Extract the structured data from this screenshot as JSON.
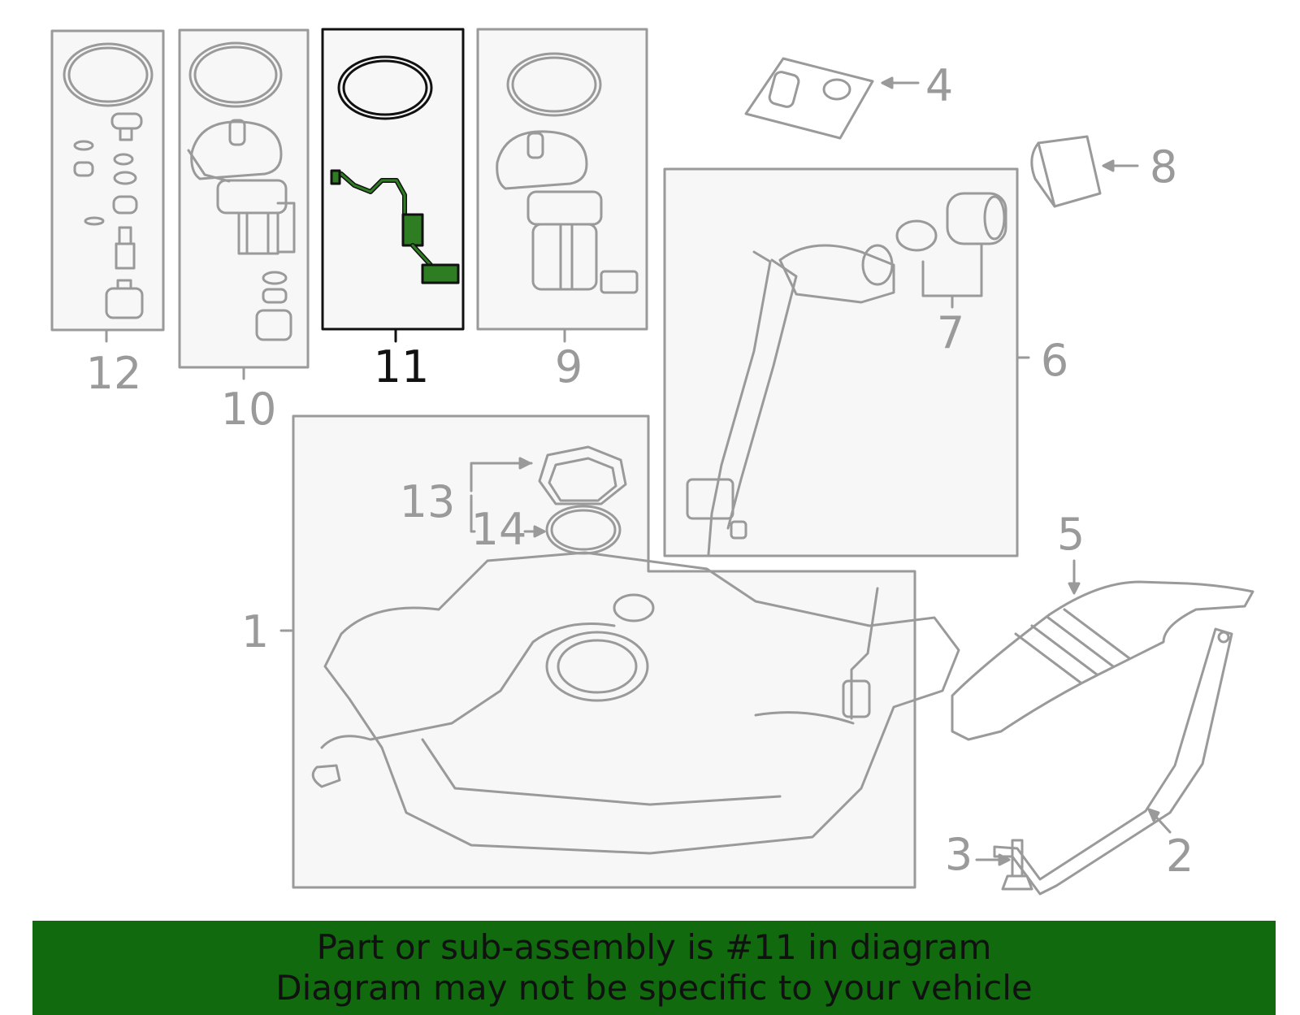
{
  "callouts": {
    "c1": "1",
    "c2": "2",
    "c3": "3",
    "c4": "4",
    "c5": "5",
    "c6": "6",
    "c7": "7",
    "c8": "8",
    "c9": "9",
    "c10": "10",
    "c11": "11",
    "c12": "12",
    "c13": "13",
    "c14": "14"
  },
  "highlighted_part": "11",
  "banner": {
    "line1": "Part or sub-assembly is #11 in diagram",
    "line2": "Diagram may not be specific to your vehicle"
  },
  "colors": {
    "line": "#9a9a9a",
    "panel_fill": "#f7f7f7",
    "highlight": "#2e7d22",
    "highlight_outline": "#111111",
    "banner_bg": "#116b0e",
    "banner_text": "#111111"
  }
}
